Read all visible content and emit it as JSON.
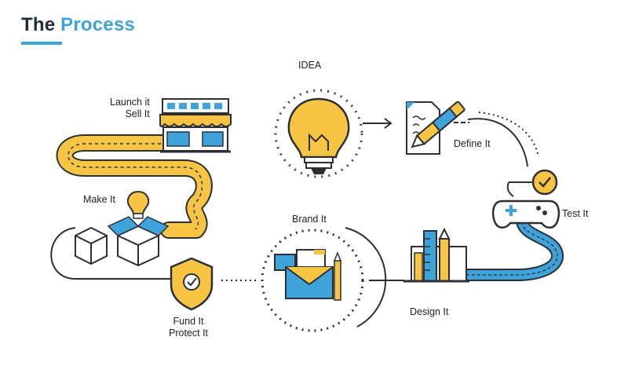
{
  "title": {
    "part1": "The",
    "part2": "Process"
  },
  "colors": {
    "dark": "#2b2f36",
    "yellow": "#f8c444",
    "blue": "#3fa2d9",
    "accent": "#3fa2d9"
  },
  "steps": {
    "idea": "IDEA",
    "define": "Define It",
    "test": "Test It",
    "design": "Design It",
    "brand": "Brand It",
    "fund_line1": "Fund It",
    "fund_line2": "Protect It",
    "make": "Make It",
    "launch_line1": "Launch it",
    "launch_line2": "Sell It"
  },
  "icons": [
    "lightbulb-icon",
    "document-pen-icon",
    "gamepad-icon",
    "ruler-pencil-icon",
    "envelope-icon",
    "shield-check-icon",
    "boxes-icon",
    "shop-icon"
  ]
}
